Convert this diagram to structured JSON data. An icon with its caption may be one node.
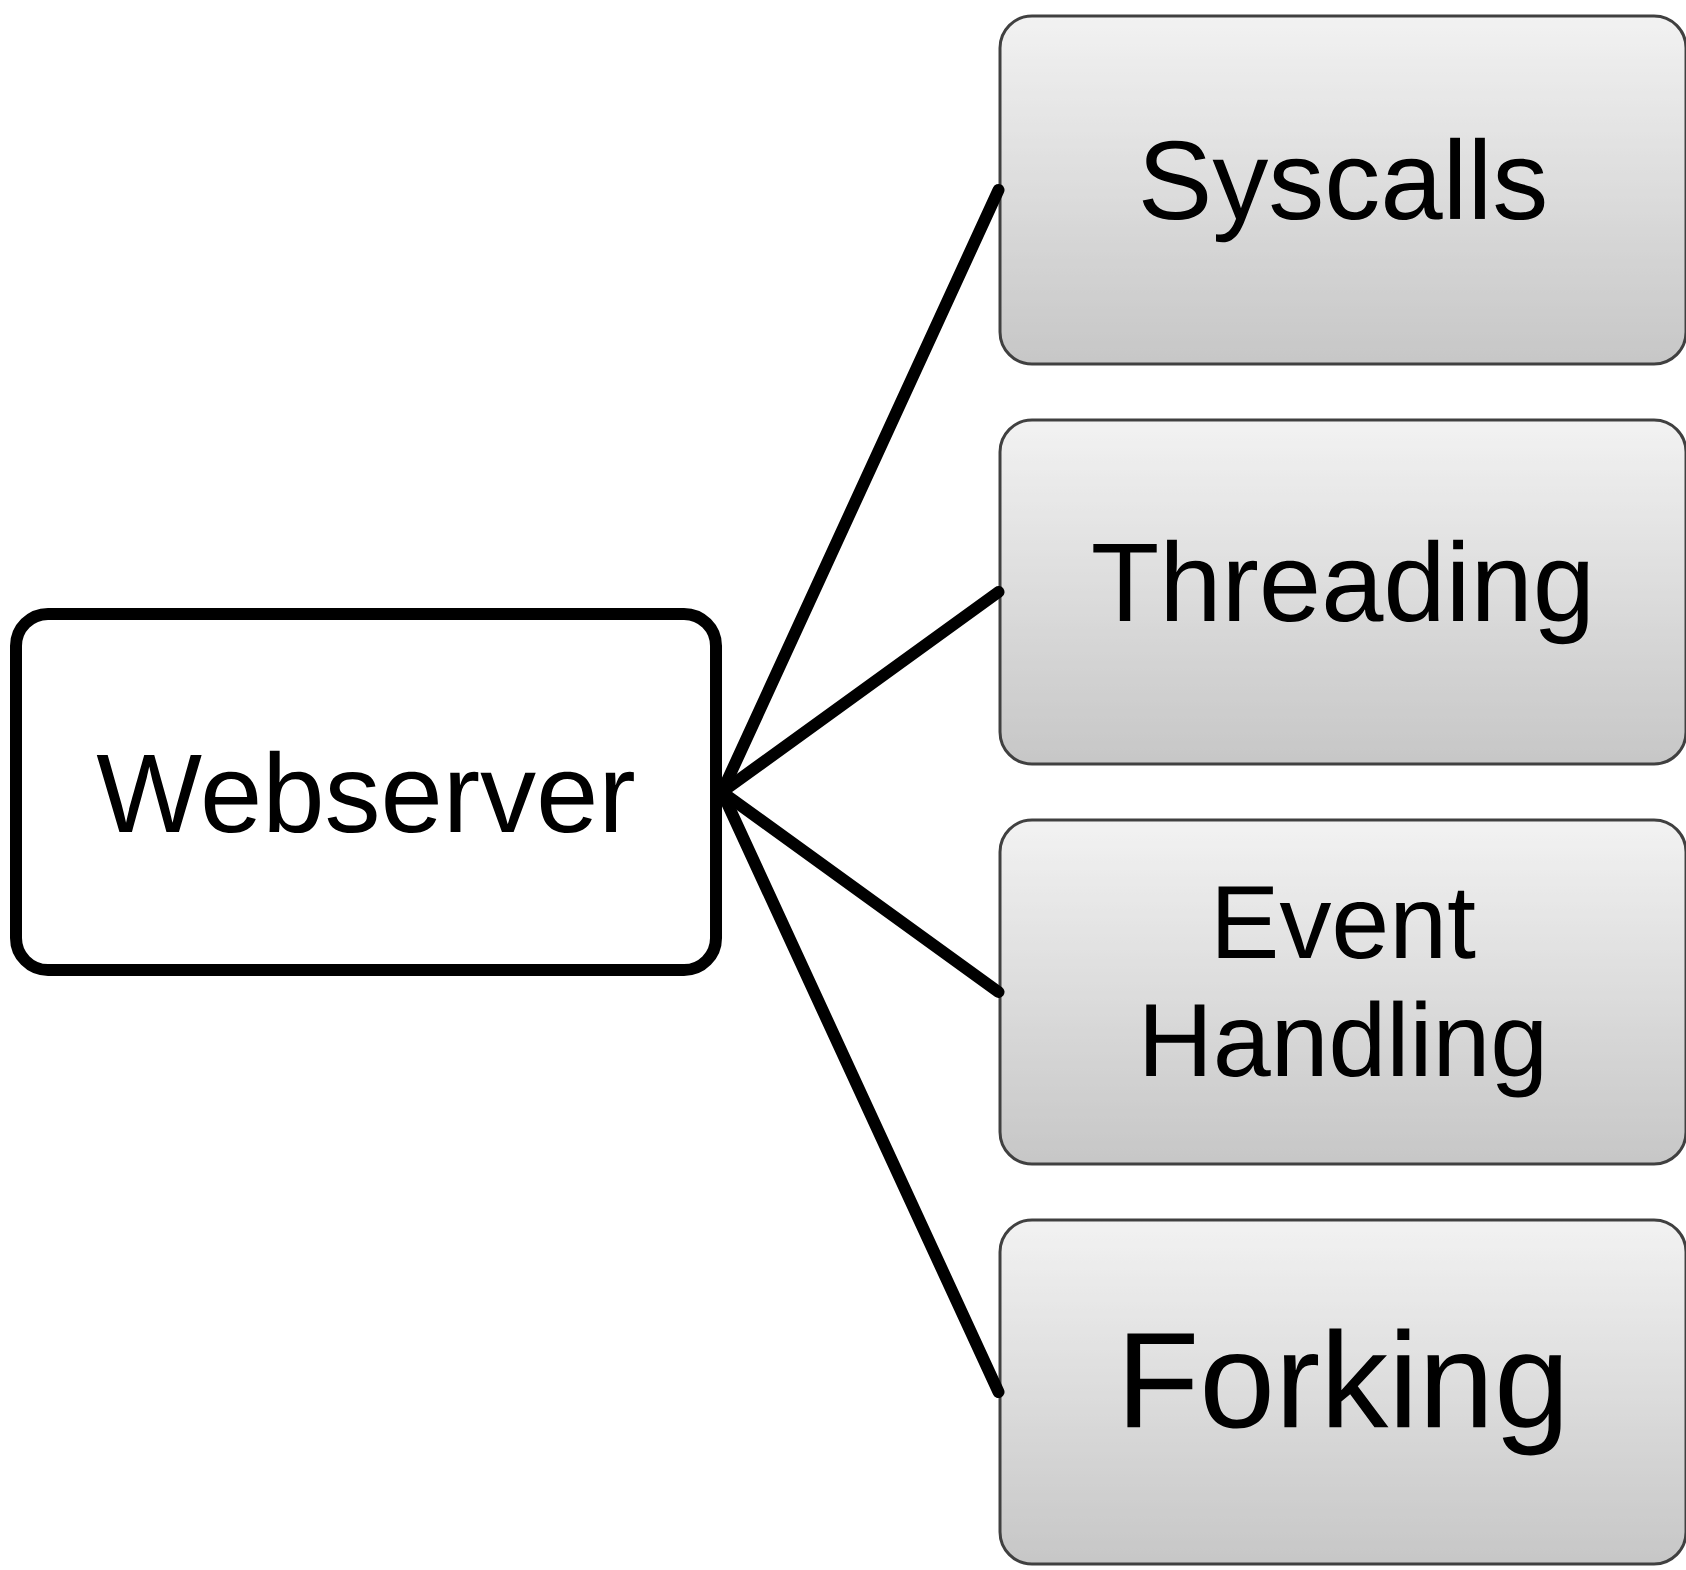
{
  "diagram": {
    "nodes": [
      {
        "text": [
          "Webserver"
        ]
      },
      {
        "text": [
          "Syscalls"
        ]
      },
      {
        "text": [
          "Threading"
        ]
      },
      {
        "text": [
          "Event Handling"
        ]
      },
      {
        "text": [
          "Forking"
        ]
      }
    ],
    "edges": [
      {
        "from": 0,
        "to": 1,
        "arrow": "none"
      },
      {
        "from": 0,
        "to": 2,
        "arrow": "none"
      },
      {
        "from": 0,
        "to": 3,
        "arrow": "none"
      },
      {
        "from": 0,
        "to": 4,
        "arrow": "none"
      }
    ]
  }
}
